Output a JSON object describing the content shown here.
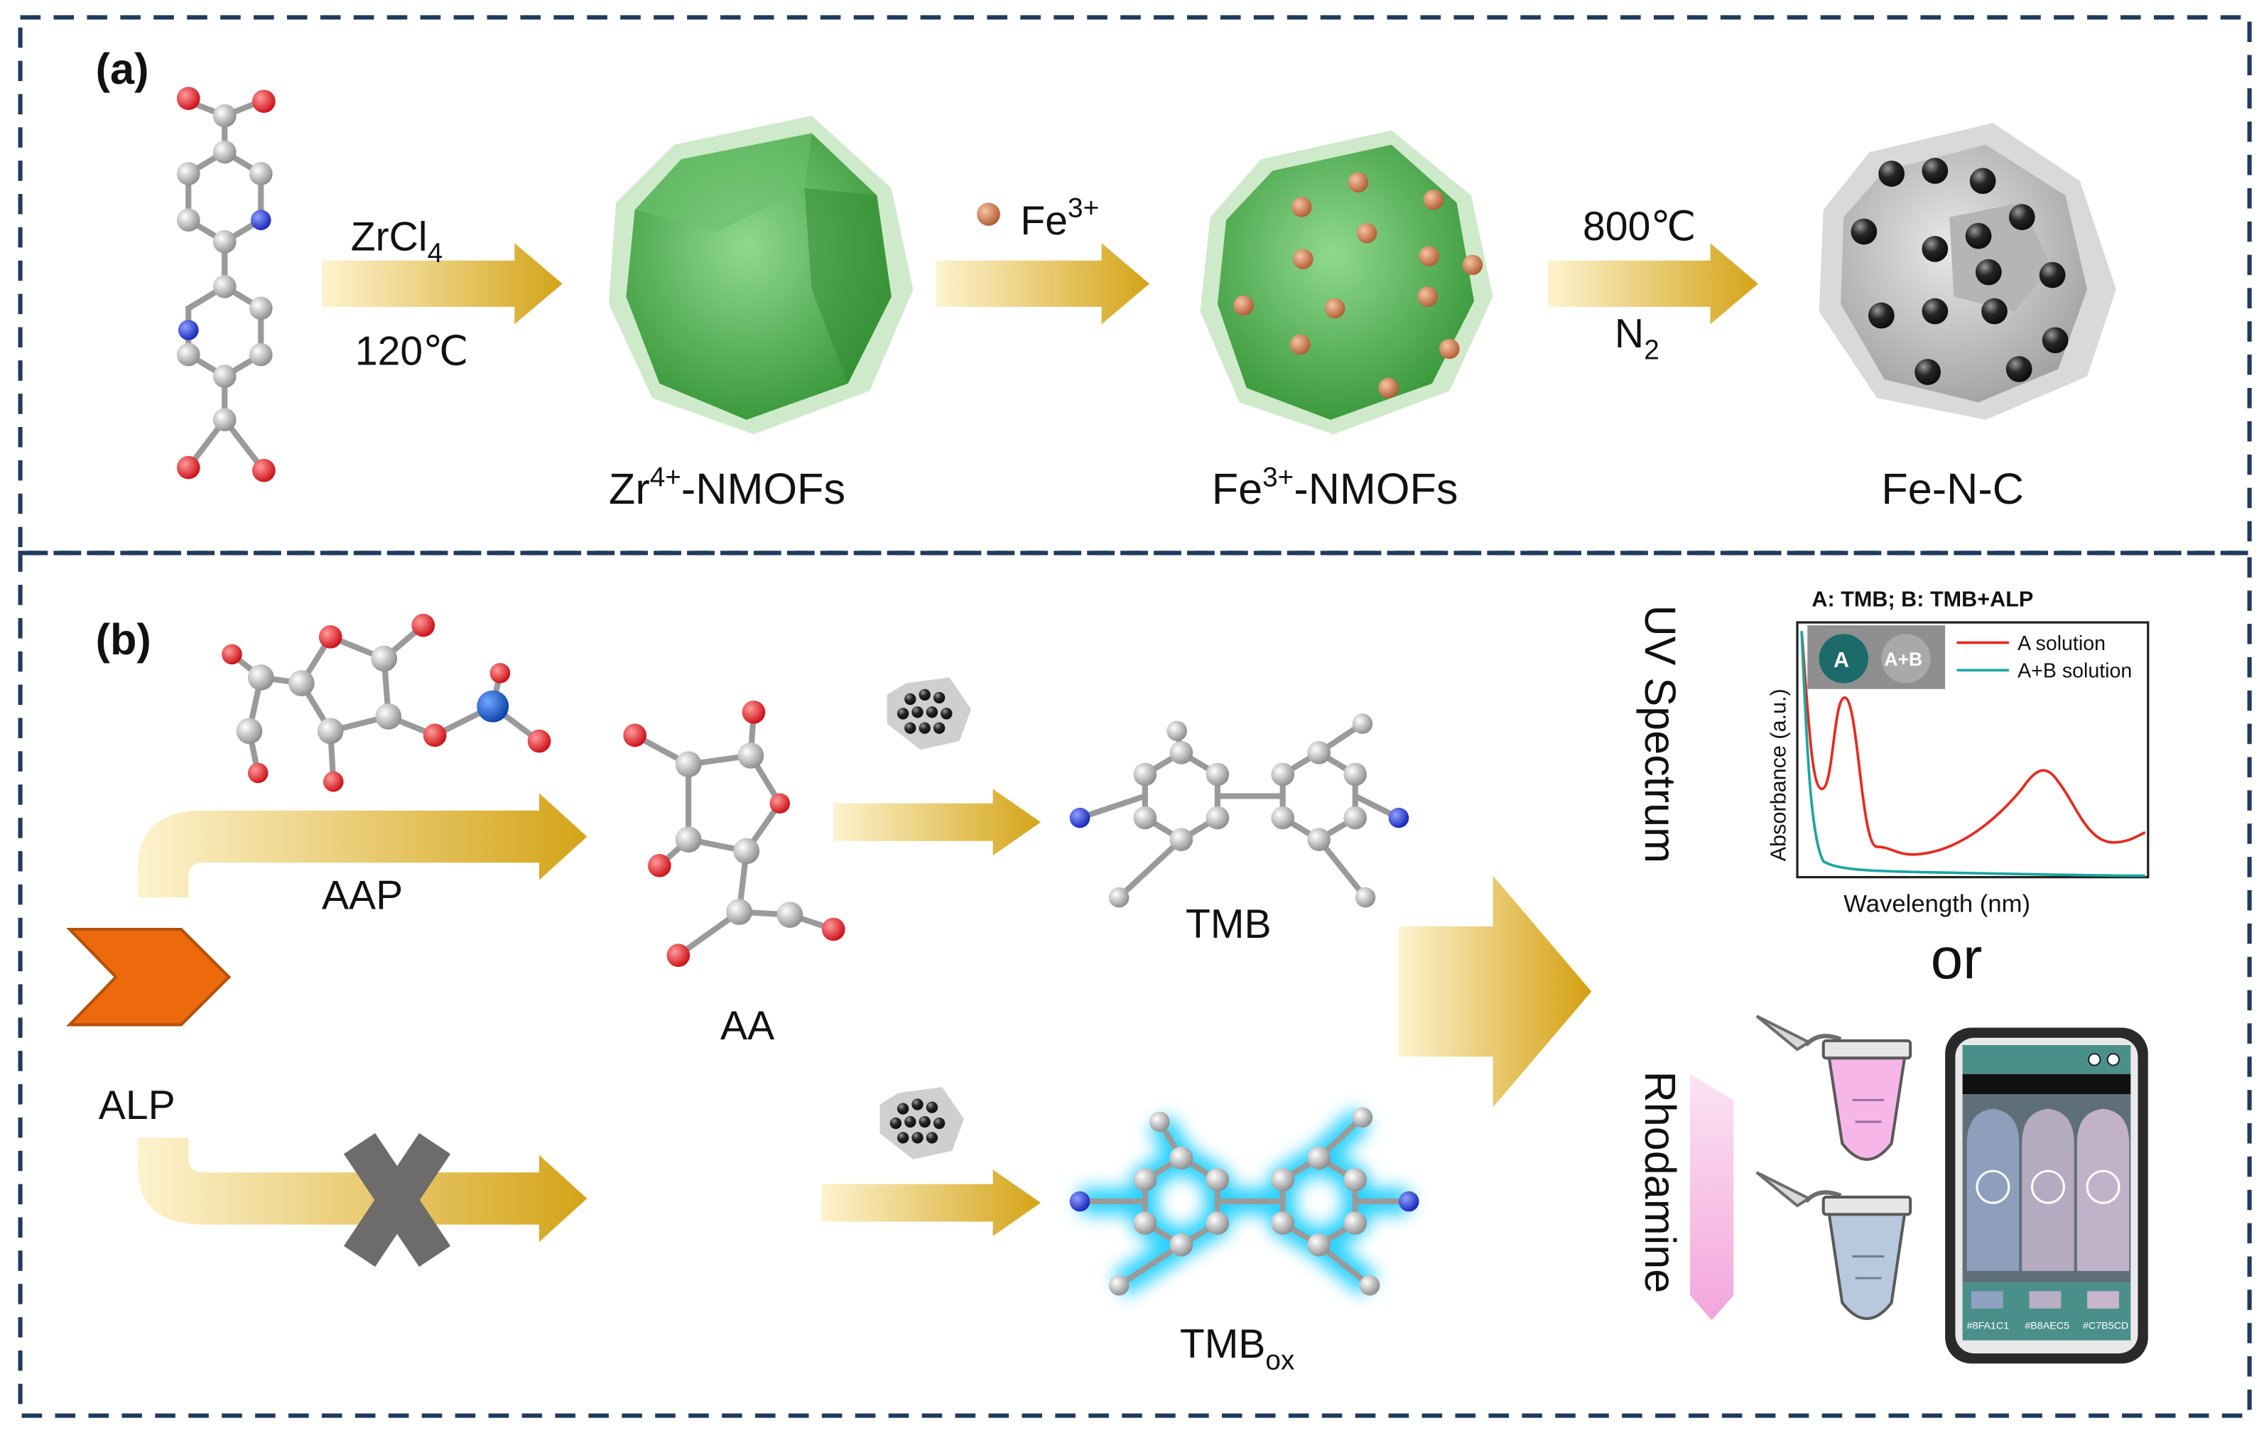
{
  "panel_a": {
    "tag": "(a)",
    "step1": {
      "reagent": "ZrCl",
      "reagent_sub": "4",
      "condition": "120℃"
    },
    "step2": {
      "reagent": "Fe",
      "reagent_sup": "3+"
    },
    "step3": {
      "condition": "800℃",
      "gas": "N",
      "gas_sub": "2"
    },
    "products": {
      "zr": {
        "pre": "Zr",
        "sup": "4+",
        "post": "-NMOFs"
      },
      "fe": {
        "pre": "Fe",
        "sup": "3+",
        "post": "-NMOFs"
      },
      "fenc": "Fe-N-C"
    }
  },
  "panel_b": {
    "tag": "(b)",
    "enzyme": "ALP",
    "substrate": "AAP",
    "product_aa": "AA",
    "tmb": "TMB",
    "tmbox": {
      "pre": "TMB",
      "sub": "ox"
    },
    "uv_label": "UV Spectrum",
    "rhodamine_label": "Rhodamine",
    "or_label": "or",
    "spectrum": {
      "title": "A: TMB; B: TMB+ALP",
      "xlabel": "Wavelength (nm)",
      "ylabel": "Absorbance (a.u.)",
      "inset_a": "A",
      "inset_ab": "A+B",
      "legend": [
        "A solution",
        "A+B solution"
      ]
    },
    "phone_swatches": [
      "#8FA1C1",
      "#B8AEC5",
      "#C7B5CD"
    ]
  },
  "colors": {
    "border": "#1f3a5c",
    "arrow_gold": "#d4a418",
    "mof_green": "#3aa33a",
    "fe_particle": "#c8734a",
    "fenc_sphere": "#1e1e1e",
    "alp_orange": "#ec6a0c",
    "atom_c": "#a8a8a8",
    "atom_o": "#e0141c",
    "atom_n": "#1a2fd0",
    "tmbox_glow": "#00c8ff",
    "line_a": "#e8281c",
    "line_ab": "#1aa6a0"
  },
  "icons": [
    "molecule-bpydc-icon",
    "mof-crystal-icon",
    "fe-nmof-icon",
    "fenc-icon",
    "ascorbic-acid-phosphate-icon",
    "ascorbic-acid-icon",
    "fenc-nanozyme-icon",
    "tmb-molecule-icon",
    "tmbox-molecule-icon",
    "alp-chevron-icon",
    "blocked-x-icon",
    "eppendorf-tube-icon",
    "smartphone-icon"
  ]
}
